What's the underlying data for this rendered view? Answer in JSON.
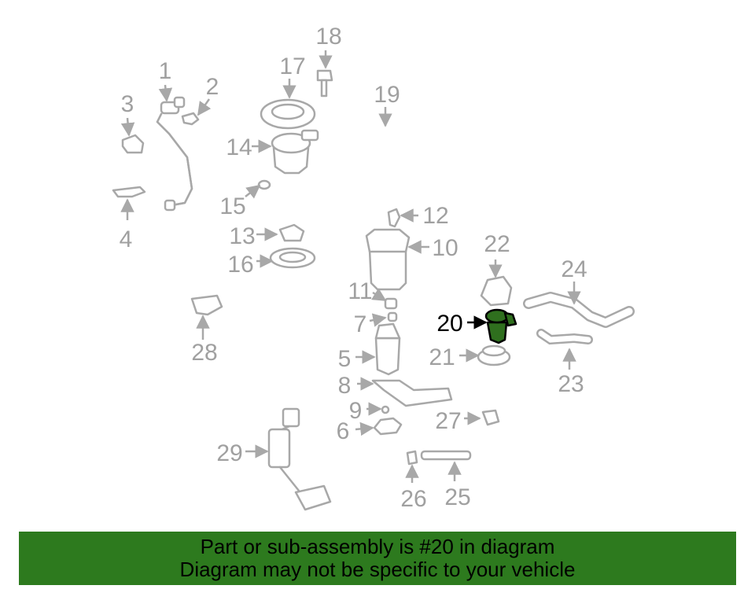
{
  "diagram": {
    "highlight_color": "#2f6f1e",
    "part_color": "#a8a8a8",
    "callouts": {
      "c1": "1",
      "c2": "2",
      "c3": "3",
      "c4": "4",
      "c5": "5",
      "c6": "6",
      "c7": "7",
      "c8": "8",
      "c9": "9",
      "c10": "10",
      "c11": "11",
      "c12": "12",
      "c13": "13",
      "c14": "14",
      "c15": "15",
      "c16": "16",
      "c17": "17",
      "c18": "18",
      "c19": "19",
      "c20": "20",
      "c21": "21",
      "c22": "22",
      "c23": "23",
      "c24": "24",
      "c25": "25",
      "c26": "26",
      "c27": "27",
      "c28": "28",
      "c29": "29"
    }
  },
  "banner": {
    "color": "#2d7a1e",
    "line1": "Part or sub-assembly is #20 in diagram",
    "line2": "Diagram may not be specific to your vehicle"
  }
}
